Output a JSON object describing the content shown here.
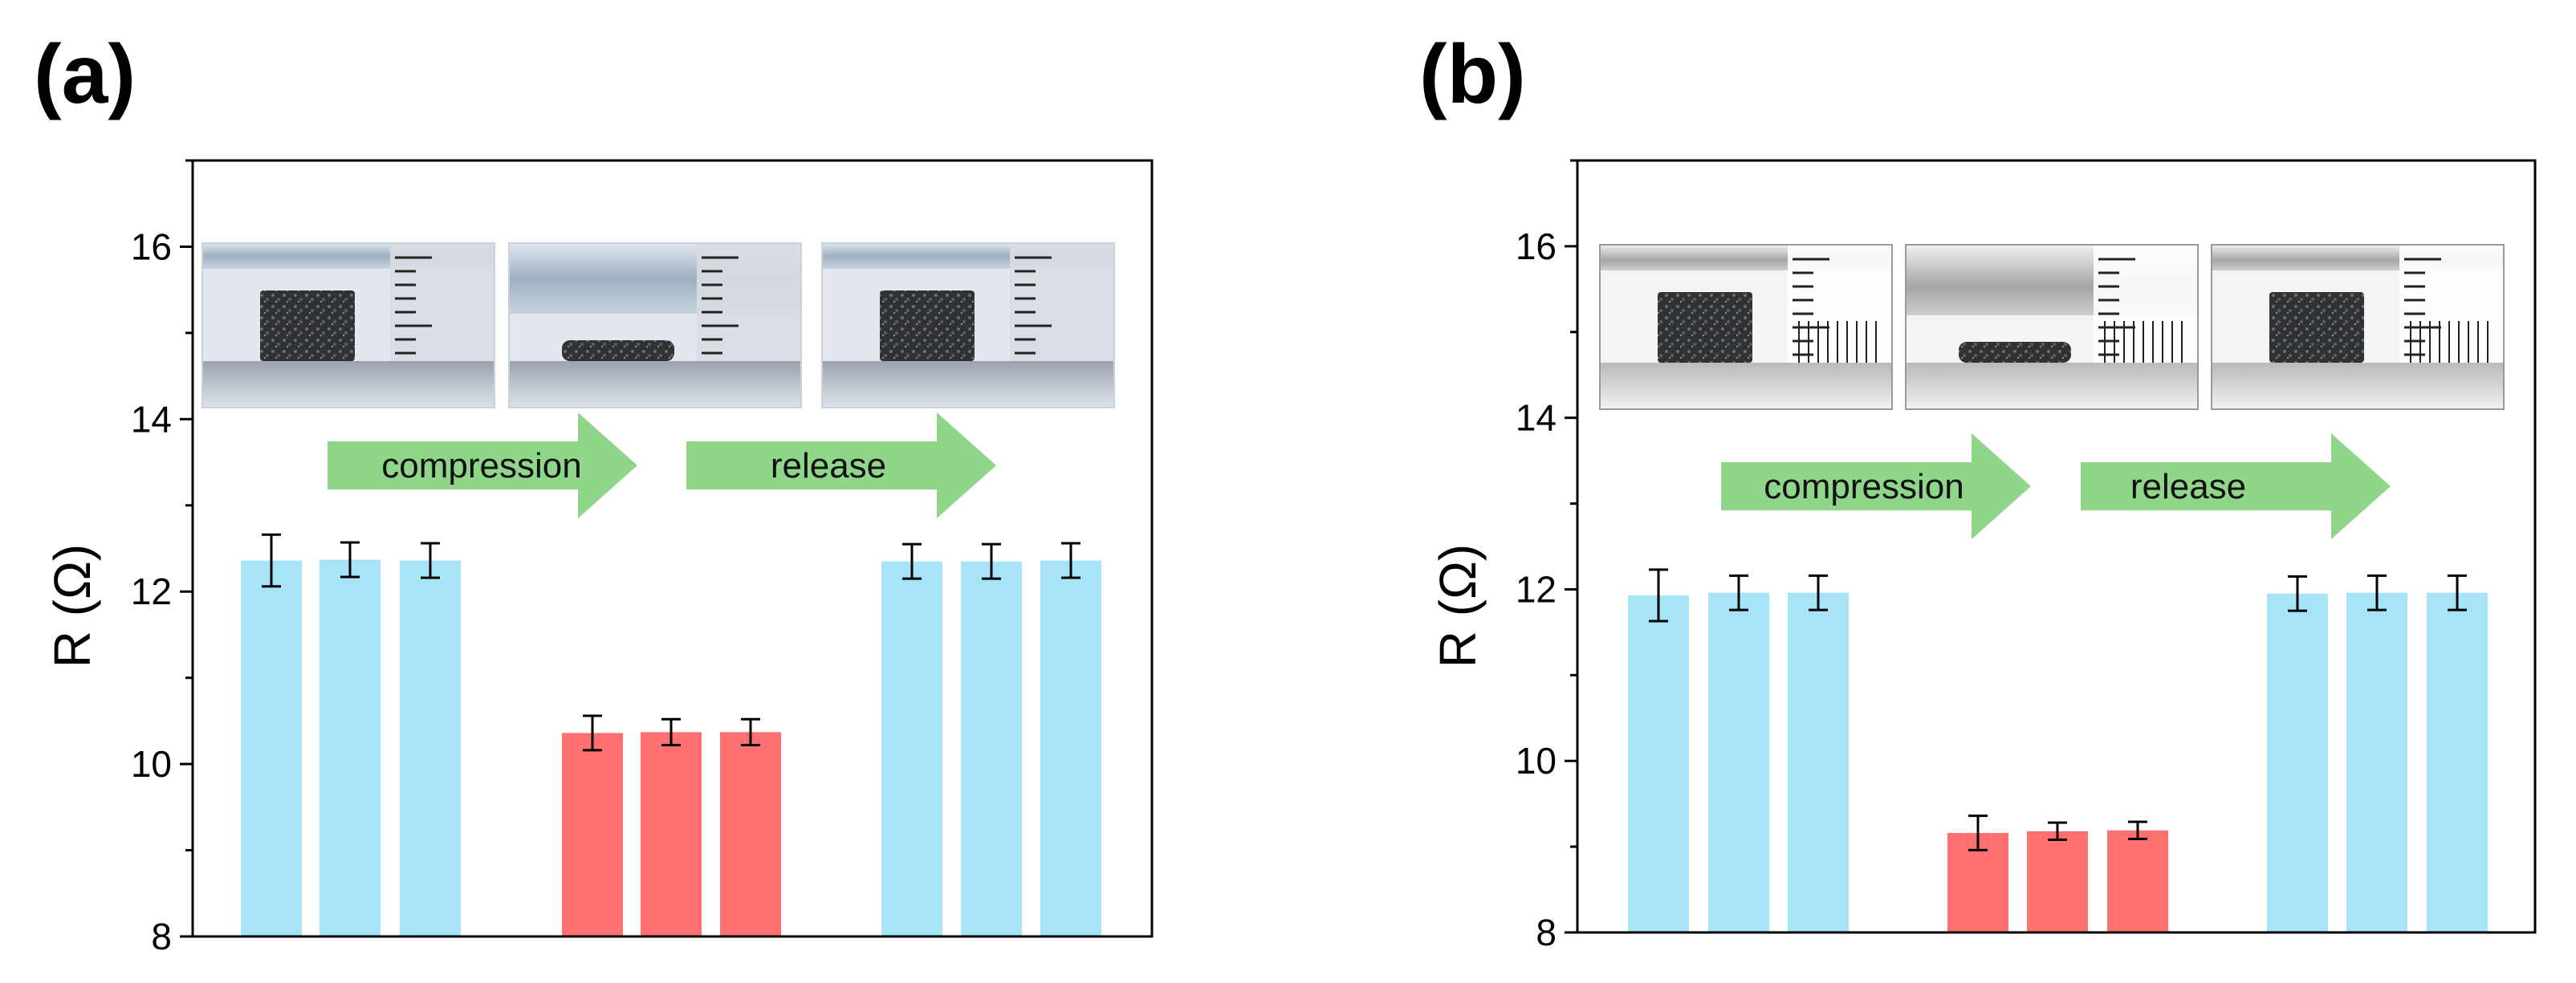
{
  "colors": {
    "release_bar": "#a8e4f8",
    "compression_bar": "#ff7070",
    "arrow_fill": "#8fd68a",
    "axis": "#000000",
    "error_bar": "#000000"
  },
  "chart_data": [
    {
      "type": "bar",
      "panel_label": "(a)",
      "ylabel": "R (Ω)",
      "ylim": [
        8,
        17
      ],
      "y_ticks": [
        8,
        10,
        12,
        14,
        16
      ],
      "y_tick_labels": [
        "8",
        "10",
        "12",
        "14",
        "16"
      ],
      "x_ticks_shown": false,
      "grid": false,
      "legend": "none",
      "groups": [
        {
          "state": "initial",
          "values": [
            12.36,
            12.37,
            12.36
          ],
          "errors": [
            0.3,
            0.2,
            0.2
          ]
        },
        {
          "state": "compressed",
          "values": [
            10.36,
            10.37,
            10.37
          ],
          "errors": [
            0.2,
            0.15,
            0.15
          ]
        },
        {
          "state": "released",
          "values": [
            12.35,
            12.35,
            12.36
          ],
          "errors": [
            0.2,
            0.2,
            0.2
          ]
        }
      ],
      "annotations": [
        {
          "text": "compression",
          "type": "arrow"
        },
        {
          "text": "release",
          "type": "arrow"
        }
      ],
      "inset_photos": [
        {
          "content": "foam sample between compression plates with ruler",
          "style": "color"
        },
        {
          "content": "foam sample compressed",
          "style": "color"
        },
        {
          "content": "foam sample released",
          "style": "color"
        }
      ]
    },
    {
      "type": "bar",
      "panel_label": "(b)",
      "ylabel": "R (Ω)",
      "ylim": [
        8,
        17
      ],
      "y_ticks": [
        8,
        10,
        12,
        14,
        16
      ],
      "y_tick_labels": [
        "8",
        "10",
        "12",
        "14",
        "16"
      ],
      "x_ticks_shown": false,
      "grid": false,
      "legend": "none",
      "groups": [
        {
          "state": "initial",
          "values": [
            11.93,
            11.96,
            11.96
          ],
          "errors": [
            0.3,
            0.2,
            0.2
          ]
        },
        {
          "state": "compressed",
          "values": [
            9.16,
            9.18,
            9.19
          ],
          "errors": [
            0.2,
            0.1,
            0.1
          ]
        },
        {
          "state": "released",
          "values": [
            11.95,
            11.96,
            11.96
          ],
          "errors": [
            0.2,
            0.2,
            0.2
          ]
        }
      ],
      "annotations": [
        {
          "text": "compression",
          "type": "arrow"
        },
        {
          "text": "release",
          "type": "arrow"
        }
      ],
      "inset_photos": [
        {
          "content": "foam sample between compression plates with ruler",
          "style": "grayscale"
        },
        {
          "content": "foam sample compressed",
          "style": "grayscale"
        },
        {
          "content": "foam sample released",
          "style": "grayscale"
        }
      ]
    }
  ]
}
